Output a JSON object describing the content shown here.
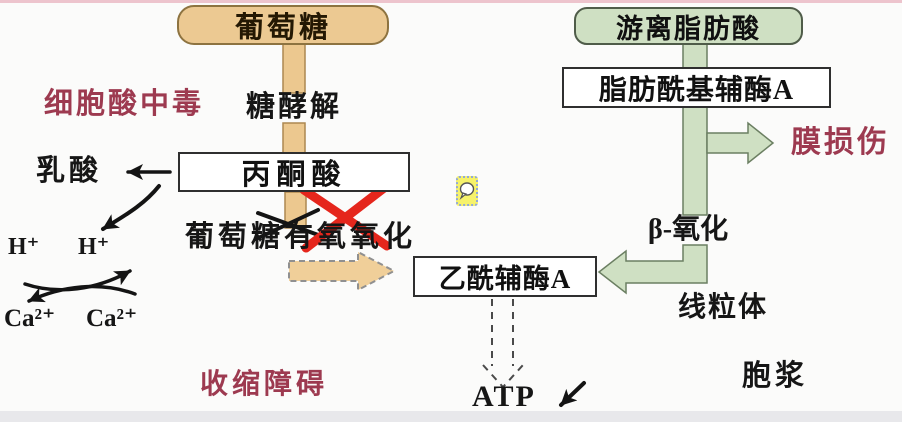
{
  "nodes": {
    "glucose": "葡萄糖",
    "free_fatty_acids": "游离脂肪酸",
    "pyruvate": "丙酮酸",
    "fatty_acyl_coa": "脂肪酰基辅酶A",
    "acetyl_coa": "乙酰辅酶A"
  },
  "labels": {
    "cellular_acidosis": "细胞酸中毒",
    "glycolysis": "糖酵解",
    "lactic_acid": "乳酸",
    "h_plus_1": "H⁺",
    "h_plus_2": "H⁺",
    "ca_1": "Ca²⁺",
    "ca_2": "Ca²⁺",
    "glucose_aerobic_oxidation": "葡萄糖有氧氧化",
    "beta_oxidation": "β-氧化",
    "membrane_damage": "膜损伤",
    "mitochondria": "线粒体",
    "contraction_disorder": "收缩障碍",
    "cytoplasm": "胞浆",
    "atp": "ATP"
  },
  "icons": {
    "comment": "comment-icon"
  },
  "colors": {
    "tan_fill": "#ecc992",
    "tan_border": "#ad8850",
    "green_fill": "#cfe0c3",
    "green_border": "#6b7f62",
    "maroon_text": "#9d3a50",
    "red_x": "#e5261c",
    "comment_yellow": "#f6f26b"
  }
}
